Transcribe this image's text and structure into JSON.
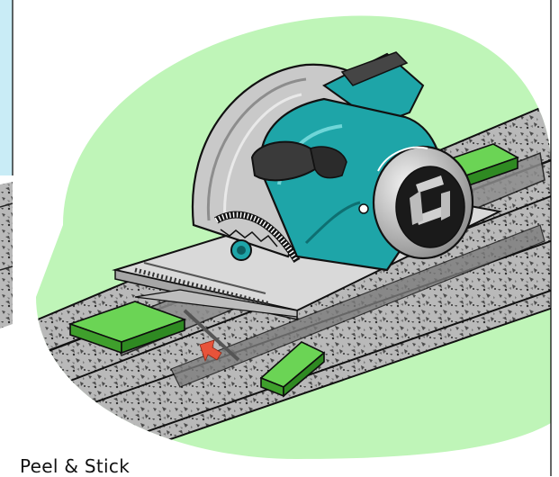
{
  "caption": "Peel & Stick",
  "colors": {
    "background_circle": "#bff5b8",
    "left_panel": "#c9ecf6",
    "saw_teal": "#1ea5a8",
    "saw_grey": "#b5b5b5",
    "handle_dark": "#3a3a3a",
    "pad_green": "#4cbf38",
    "arrow_red": "#e8533a",
    "granite": "#9e9e9e"
  },
  "icons": [
    "circular-saw",
    "guide-rail",
    "peel-stick-pad",
    "arrow-marker"
  ]
}
